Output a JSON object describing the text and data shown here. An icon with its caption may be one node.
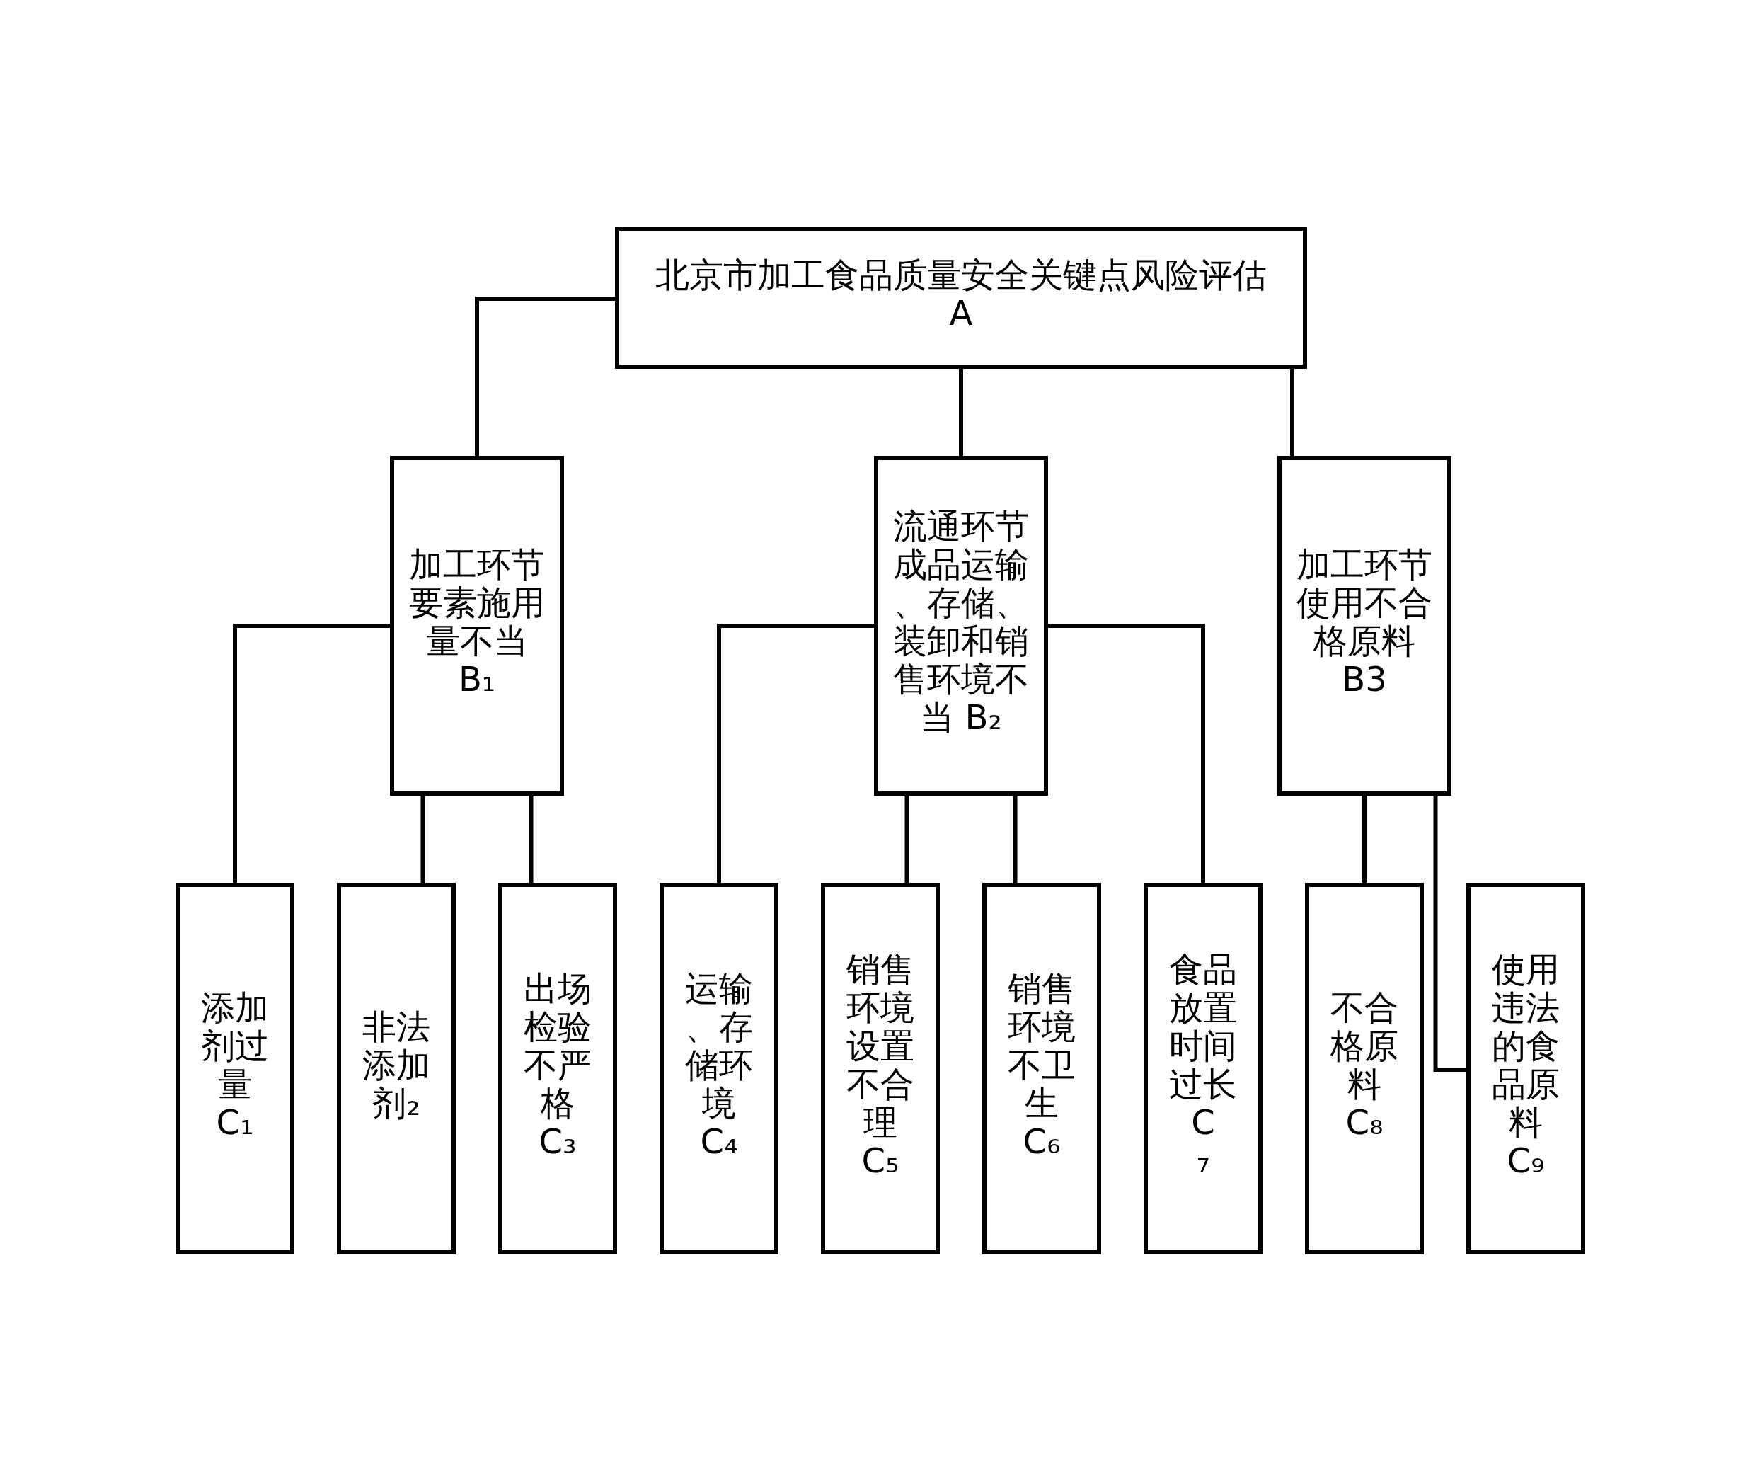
{
  "diagram": {
    "nodes": [
      {
        "text": [
          "北京市加工食品质量安全关键点风险评估",
          "A"
        ]
      },
      {
        "text": [
          "加工环节要素施用量不当 B₁"
        ]
      },
      {
        "text": [
          "流通环节成品运输、存储、装卸和销售环境不当 B₂"
        ]
      },
      {
        "text": [
          "加工环节使用不合格原料 B3"
        ]
      },
      {
        "text": [
          "添加剂过量 C₁"
        ]
      },
      {
        "text": [
          "非法添加剂₂"
        ]
      },
      {
        "text": [
          "出场检验不严格 C₃"
        ]
      },
      {
        "text": [
          "运输、存储环境 C₄"
        ]
      },
      {
        "text": [
          "销售环境设置不合理 C₅"
        ]
      },
      {
        "text": [
          "销售环境不卫生 C₆"
        ]
      },
      {
        "text": [
          "食品放置时间过长 C₇"
        ]
      },
      {
        "text": [
          "不合格原料 C₈"
        ]
      },
      {
        "text": [
          "使用违法的食品原料 C₉"
        ]
      }
    ],
    "edges": [
      {
        "from": 0,
        "to": 1,
        "arrow": "none"
      },
      {
        "from": 0,
        "to": 2,
        "arrow": "none"
      },
      {
        "from": 0,
        "to": 3,
        "arrow": "none"
      },
      {
        "from": 1,
        "to": 4,
        "arrow": "none"
      },
      {
        "from": 1,
        "to": 5,
        "arrow": "none"
      },
      {
        "from": 1,
        "to": 6,
        "arrow": "none"
      },
      {
        "from": 2,
        "to": 7,
        "arrow": "none"
      },
      {
        "from": 2,
        "to": 8,
        "arrow": "none"
      },
      {
        "from": 2,
        "to": 9,
        "arrow": "none"
      },
      {
        "from": 2,
        "to": 10,
        "arrow": "none"
      },
      {
        "from": 3,
        "to": 11,
        "arrow": "none"
      },
      {
        "from": 3,
        "to": 12,
        "arrow": "none"
      }
    ]
  }
}
